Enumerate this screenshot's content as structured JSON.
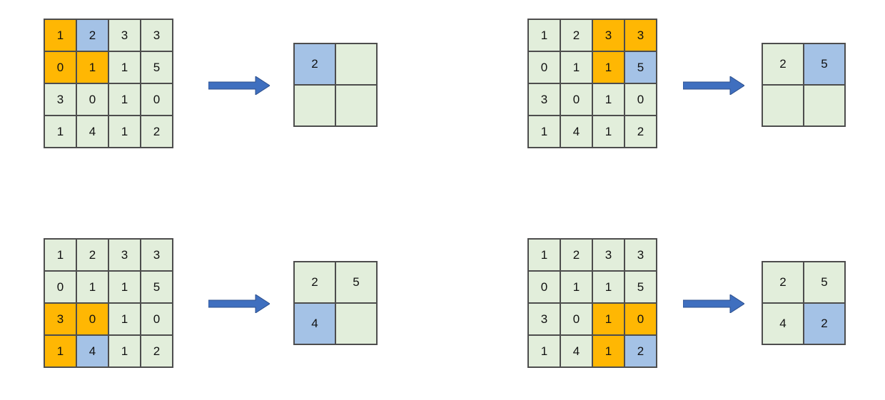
{
  "colors": {
    "cell_bg": "#e2eedb",
    "window_highlight": "#ffb703",
    "max_highlight": "#a4c2e6",
    "arrow": "#3f6fbf",
    "border": "#4d4d4d"
  },
  "input_matrix": [
    [
      "1",
      "2",
      "3",
      "3"
    ],
    [
      "0",
      "1",
      "1",
      "5"
    ],
    [
      "3",
      "0",
      "1",
      "0"
    ],
    [
      "1",
      "4",
      "1",
      "2"
    ]
  ],
  "steps": [
    {
      "window": [
        [
          0,
          0
        ],
        [
          1,
          0
        ],
        [
          1,
          1
        ]
      ],
      "max_cell": [
        0,
        1
      ],
      "output": [
        [
          "2",
          ""
        ],
        [
          "",
          ""
        ]
      ],
      "output_highlight": [
        0,
        0
      ]
    },
    {
      "window": [
        [
          0,
          2
        ],
        [
          0,
          3
        ],
        [
          1,
          2
        ]
      ],
      "max_cell": [
        1,
        3
      ],
      "output": [
        [
          "2",
          "5"
        ],
        [
          "",
          ""
        ]
      ],
      "output_highlight": [
        0,
        1
      ]
    },
    {
      "window": [
        [
          2,
          0
        ],
        [
          2,
          1
        ],
        [
          3,
          0
        ]
      ],
      "max_cell": [
        3,
        1
      ],
      "output": [
        [
          "2",
          "5"
        ],
        [
          "4",
          ""
        ]
      ],
      "output_highlight": [
        1,
        0
      ]
    },
    {
      "window": [
        [
          2,
          2
        ],
        [
          2,
          3
        ],
        [
          3,
          2
        ]
      ],
      "max_cell": [
        3,
        3
      ],
      "output": [
        [
          "2",
          "5"
        ],
        [
          "4",
          "2"
        ]
      ],
      "output_highlight": [
        1,
        1
      ]
    }
  ]
}
